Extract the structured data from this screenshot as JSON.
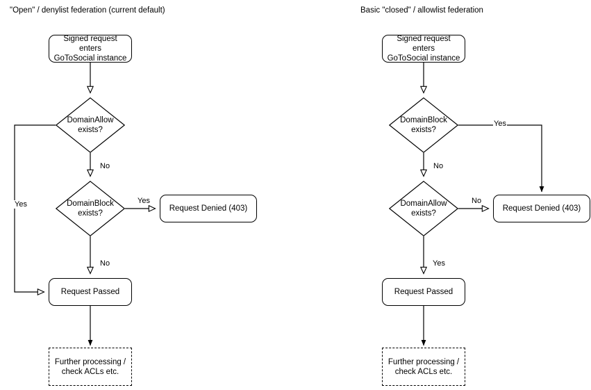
{
  "diagram": {
    "type": "flowchart",
    "background": "#ffffff",
    "stroke_color": "#000000",
    "text_color": "#000000"
  },
  "panels": [
    {
      "id": "open-denylist",
      "title": "\"Open\" / denylist federation (current default)",
      "nodes": {
        "start": "Signed request enters\nGoToSocial instance",
        "start_line1": "Signed request enters",
        "start_line2": "GoToSocial instance",
        "decision1": "DomainAllow\nexists?",
        "decision1_line1": "DomainAllow",
        "decision1_line2": "exists?",
        "decision2": "DomainBlock\nexists?",
        "decision2_line1": "DomainBlock",
        "decision2_line2": "exists?",
        "denied": "Request Denied (403)",
        "passed": "Request Passed",
        "further_line1": "Further processing /",
        "further_line2": "check ACLs etc."
      },
      "edge_labels": {
        "allow_yes": "Yes",
        "allow_no": "No",
        "block_yes": "Yes",
        "block_no": "No"
      }
    },
    {
      "id": "closed-allowlist",
      "title": "Basic \"closed\" / allowlist federation",
      "nodes": {
        "start": "Signed request enters\nGoToSocial instance",
        "start_line1": "Signed request enters",
        "start_line2": "GoToSocial instance",
        "decision1": "DomainBlock\nexists?",
        "decision1_line1": "DomainBlock",
        "decision1_line2": "exists?",
        "decision2": "DomainAllow\nexists?",
        "decision2_line1": "DomainAllow",
        "decision2_line2": "exists?",
        "denied": "Request Denied (403)",
        "passed": "Request Passed",
        "further_line1": "Further processing /",
        "further_line2": "check ACLs etc."
      },
      "edge_labels": {
        "block_yes": "Yes",
        "block_no": "No",
        "allow_no": "No",
        "allow_yes": "Yes"
      }
    }
  ]
}
